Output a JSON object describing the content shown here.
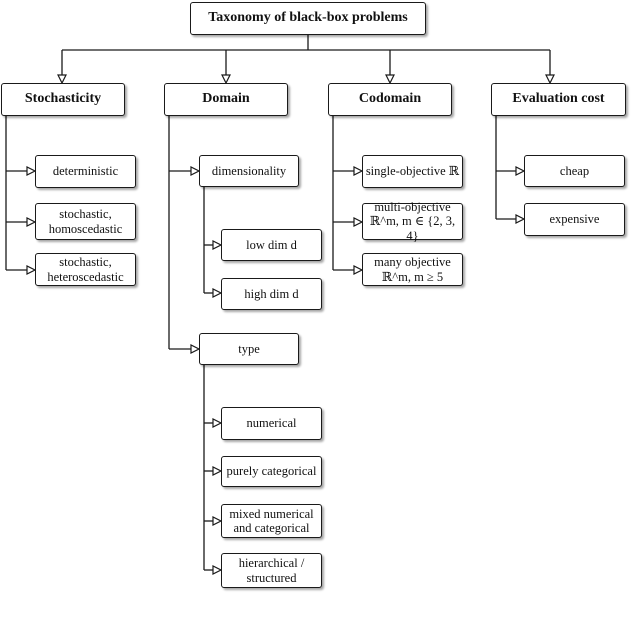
{
  "root": "Taxonomy of black-box problems",
  "branches": [
    {
      "title": "Stochasticity",
      "children": [
        "deterministic",
        "stochastic,\nhomoscedastic",
        "stochastic,\nheteroscedastic"
      ]
    },
    {
      "title": "Domain",
      "children": [
        {
          "title": "dimensionality",
          "children": [
            "low dim d",
            "high dim d"
          ]
        },
        {
          "title": "type",
          "children": [
            "numerical",
            "purely categorical",
            "mixed numerical\nand categorical",
            "hierarchical /\nstructured"
          ]
        }
      ]
    },
    {
      "title": "Codomain",
      "children": [
        "single-objective ℝ",
        "multi-objective\nℝ^m, m ∈ {2, 3, 4}",
        "many objective\nℝ^m, m ≥ 5"
      ]
    },
    {
      "title": "Evaluation cost",
      "children": [
        "cheap",
        "expensive"
      ]
    }
  ]
}
